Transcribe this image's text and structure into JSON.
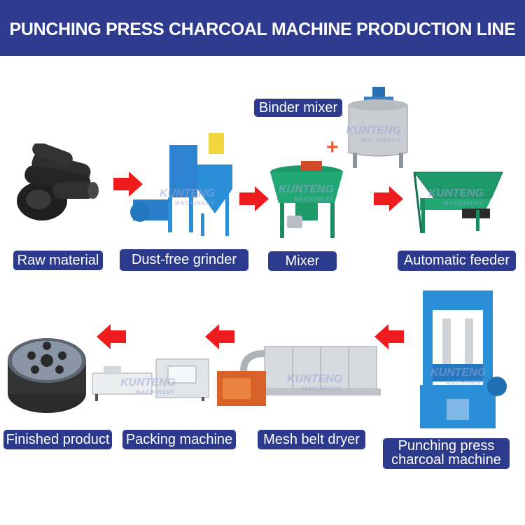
{
  "title": "PUNCHING PRESS CHARCOAL MACHINE  PRODUCTION LINE",
  "watermark": {
    "brand": "KUNTENG",
    "sub": "MACHINERY"
  },
  "plus_sign": "+",
  "labels": {
    "binder_mixer": "Binder mixer",
    "raw_material": "Raw material",
    "grinder": "Dust-free grinder",
    "mixer": "Mixer",
    "feeder": "Automatic feeder",
    "punching_line1": "Punching press",
    "punching_line2": "charcoal machine",
    "dryer": "Mesh belt dryer",
    "packing": "Packing machine",
    "finished": "Finished product"
  },
  "colors": {
    "banner": "#2f3b8f",
    "label_bg": "#2b3a8c",
    "arrow": "#ee1c1c",
    "machine_blue": "#2a8fd6",
    "machine_green": "#1e9a6a",
    "charcoal": "#2b2b2b"
  }
}
